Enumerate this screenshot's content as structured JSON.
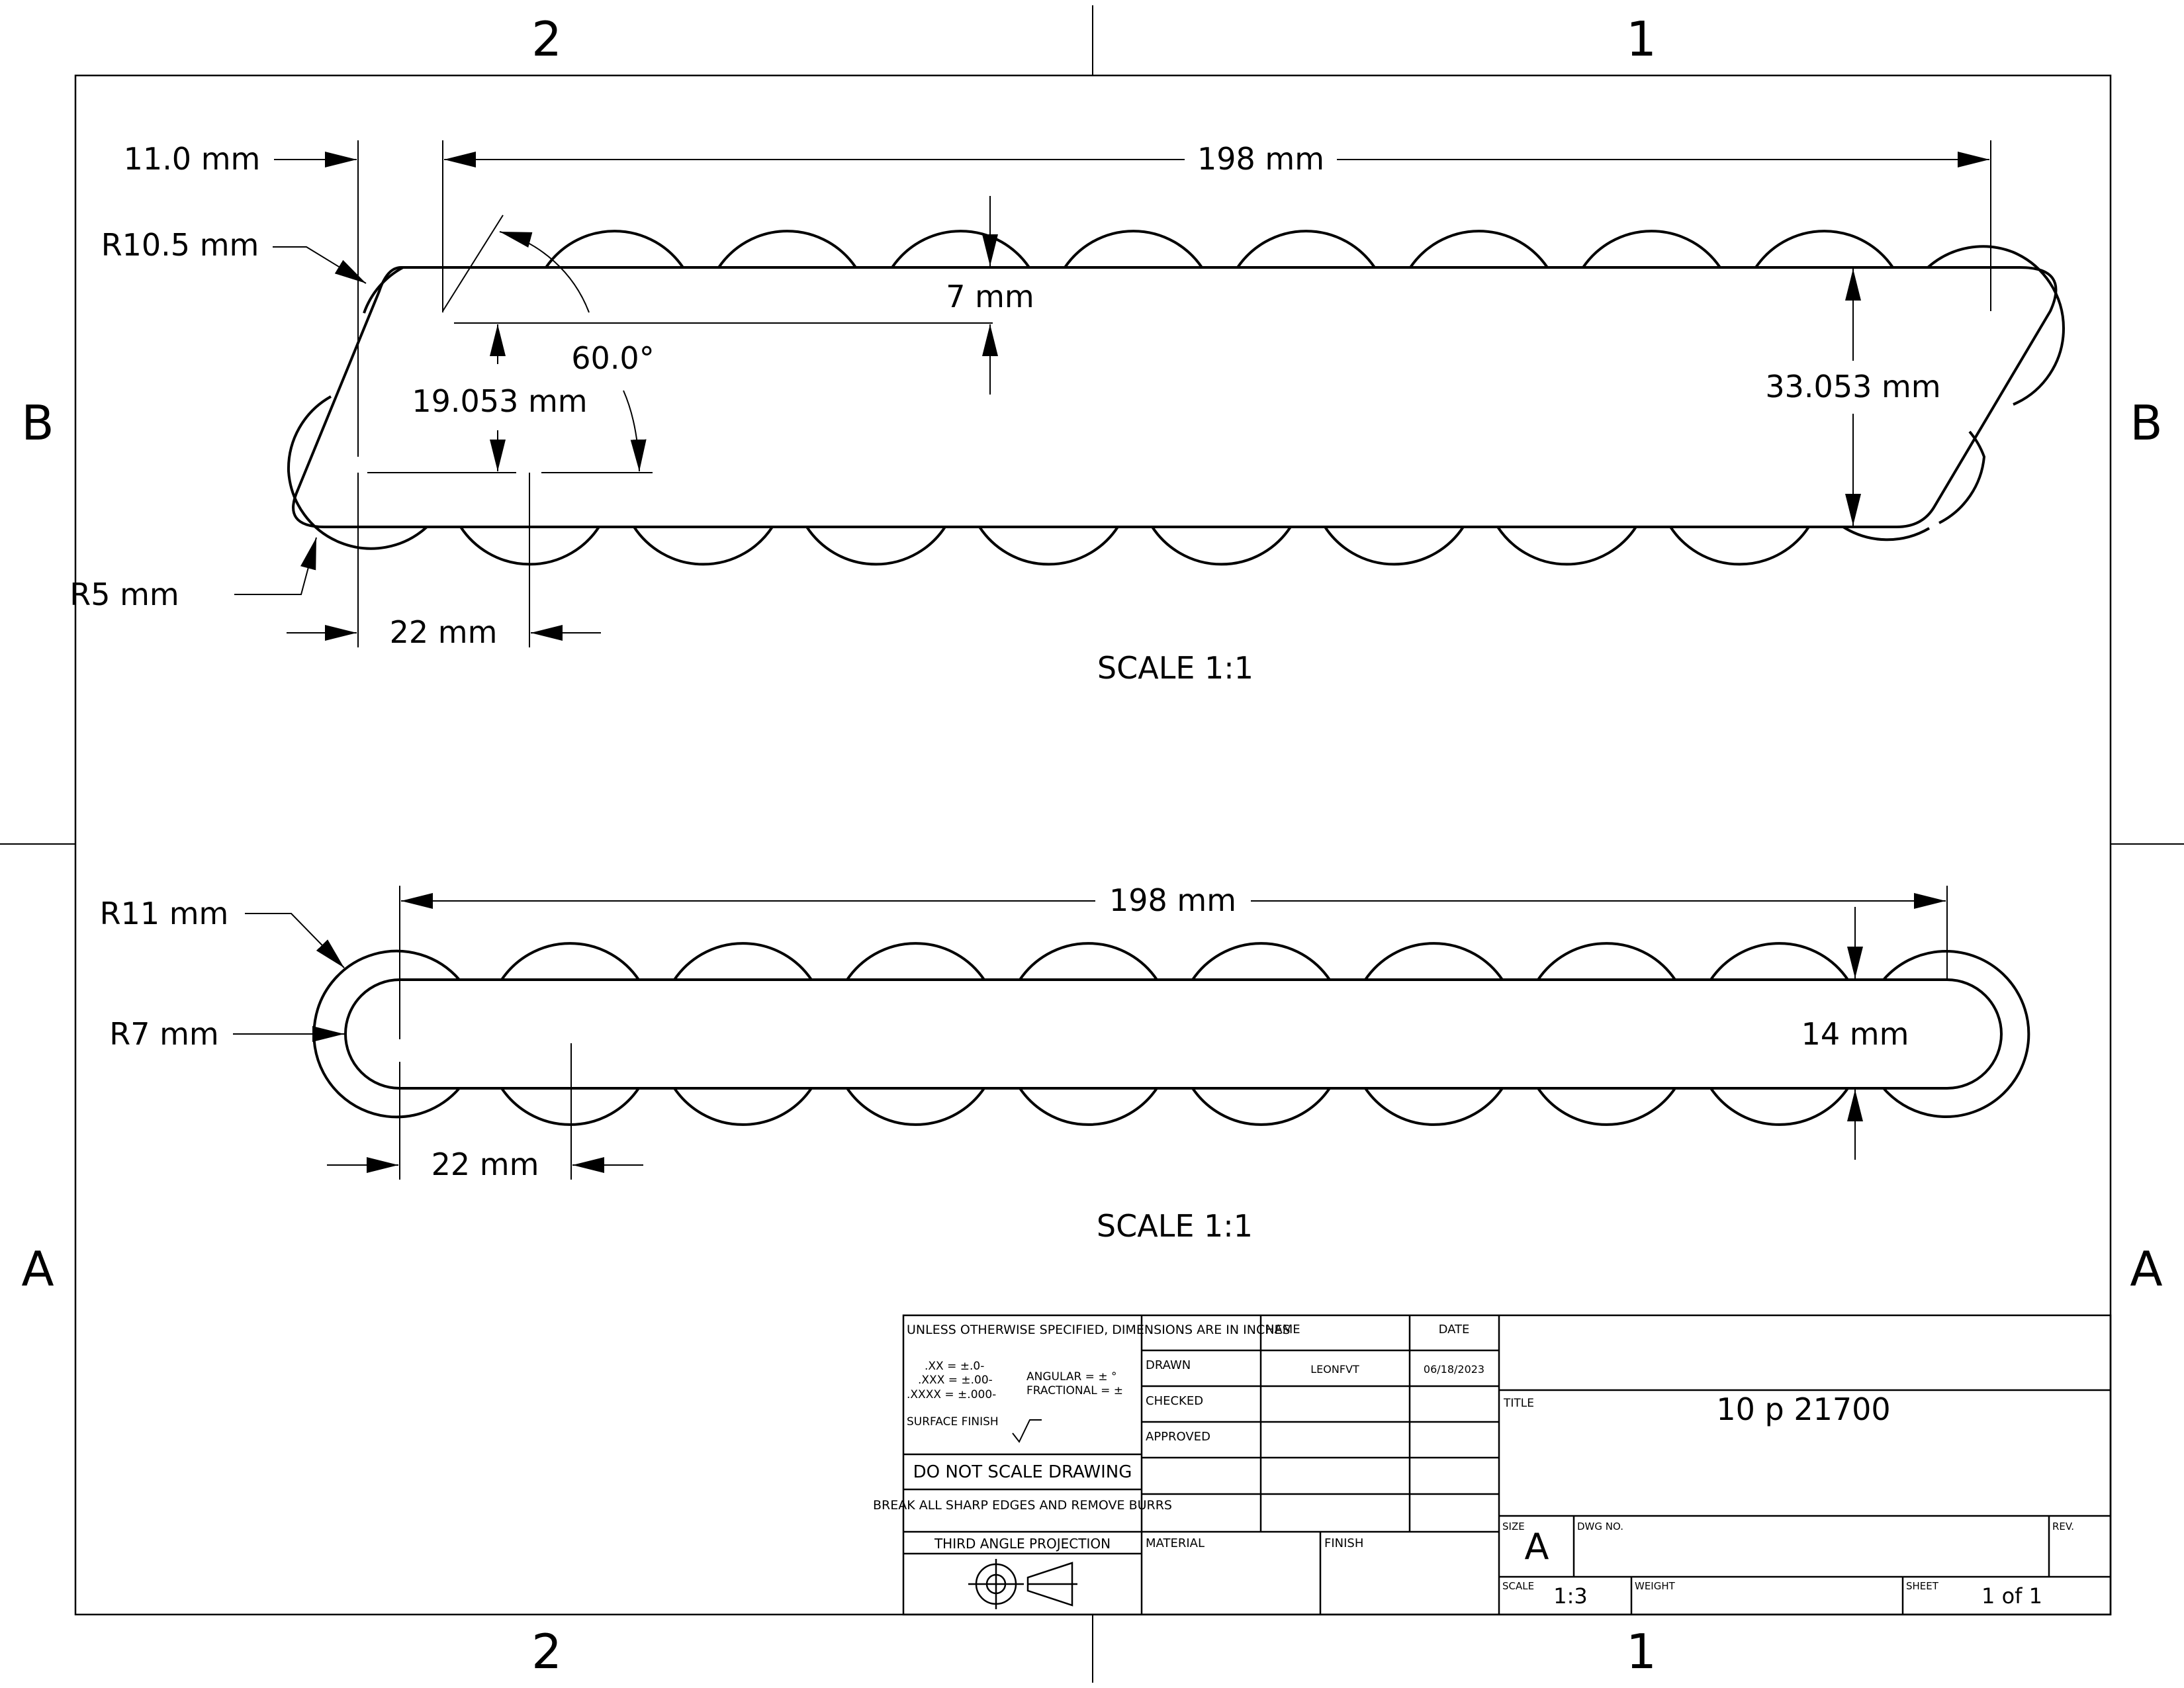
{
  "zones": {
    "top_left": "2",
    "top_right": "1",
    "bottom_left": "2",
    "bottom_right": "1",
    "left_upper": "B",
    "left_lower": "A",
    "right_upper": "B",
    "right_lower": "A"
  },
  "view1": {
    "dim_offset": "11.0 mm",
    "dim_length": "198 mm",
    "dim_outer_radius": "R10.5 mm",
    "dim_gap": "7 mm",
    "dim_angle": "60.0°",
    "dim_offset_height": "19.053 mm",
    "dim_height": "33.053 mm",
    "dim_inner_radius": "R5 mm",
    "dim_pitch": "22 mm",
    "scale_label": "SCALE 1:1"
  },
  "view2": {
    "dim_outer_radius": "R11 mm",
    "dim_length": "198 mm",
    "dim_inner_radius": "R7 mm",
    "dim_height": "14 mm",
    "dim_pitch": "22 mm",
    "scale_label": "SCALE 1:1"
  },
  "title_block": {
    "tolerance_header": "UNLESS OTHERWISE SPECIFIED, DIMENSIONS ARE IN INCHES",
    "tol_xx": ".XX = ±.0-",
    "tol_xxx": ".XXX = ±.00-",
    "tol_xxxx": ".XXXX = ±.000-",
    "tol_angular": "ANGULAR = ± °",
    "tol_fractional": "FRACTIONAL = ±",
    "surface_finish": "SURFACE FINISH",
    "do_not_scale": "DO NOT SCALE DRAWING",
    "break_edges": "BREAK ALL SHARP EDGES AND REMOVE BURRS",
    "projection": "THIRD ANGLE PROJECTION",
    "col_name": "NAME",
    "col_date": "DATE",
    "row_drawn": "DRAWN",
    "row_checked": "CHECKED",
    "row_approved": "APPROVED",
    "drawn_name": "LEONFVT",
    "drawn_date": "06/18/2023",
    "material_label": "MATERIAL",
    "finish_label": "FINISH",
    "title_label": "TITLE",
    "title_value": "10 p 21700",
    "size_label": "SIZE",
    "size_value": "A",
    "dwg_no_label": "DWG NO.",
    "rev_label": "REV.",
    "scale_label": "SCALE",
    "scale_value": "1:3",
    "weight_label": "WEIGHT",
    "sheet_label": "SHEET",
    "sheet_value": "1 of 1"
  }
}
